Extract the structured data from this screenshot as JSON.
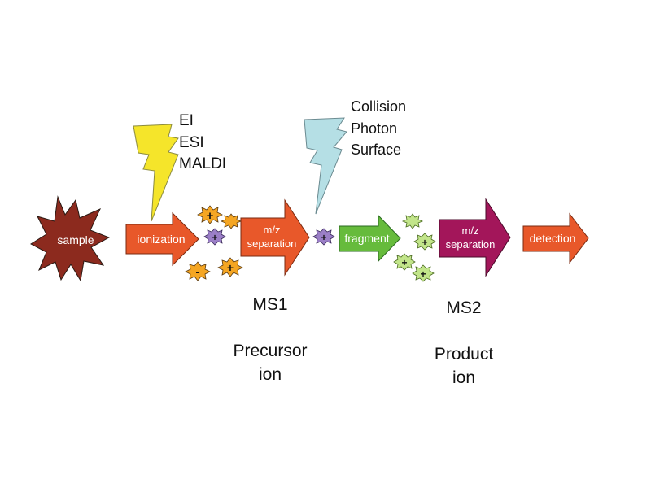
{
  "steps": {
    "sample": "sample",
    "ionization": "ionization",
    "ms1_line1": "m/z",
    "ms1_line2": "separation",
    "fragment": "fragment",
    "ms2_line1": "m/z",
    "ms2_line2": "separation",
    "detection": "detection"
  },
  "ionization_methods": [
    "EI",
    "ESI",
    "MALDI"
  ],
  "fragmentation_methods": [
    "Collision",
    "Photon",
    "Surface"
  ],
  "stage_labels": {
    "ms1": "MS1",
    "precursor_line1": "Precursor",
    "precursor_line2": "ion",
    "ms2": "MS2",
    "product_line1": "Product",
    "product_line2": "ion"
  },
  "ion_signs": {
    "plus": "+",
    "minus": "-"
  },
  "colors": {
    "sample": "#8c2a1e",
    "arrow_orange": "#e8582a",
    "ion_orange": "#f5a623",
    "ion_purple": "#9b7fc7",
    "fragment_green": "#66bb3c",
    "ms2_magenta": "#a3165a",
    "product_ion": "#c2e58a",
    "bolt_yellow": "#f5e52a",
    "bolt_cyan": "#b5dfe5"
  }
}
